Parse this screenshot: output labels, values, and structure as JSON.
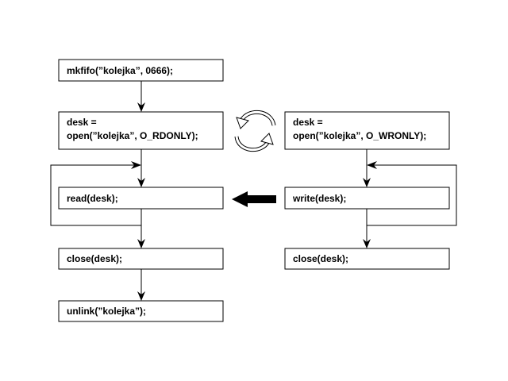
{
  "reader": {
    "mkfifo": "mkfifo(”kolejka”, 0666);",
    "open_line1": "desk =",
    "open_line2": "open(”kolejka”, O_RDONLY);",
    "read": "read(desk);",
    "close": "close(desk);",
    "unlink": "unlink(”kolejka”);"
  },
  "writer": {
    "open_line1": "desk =",
    "open_line2": "open(”kolejka”, O_WRONLY);",
    "write": "write(desk);",
    "close": "close(desk);"
  },
  "icons": {
    "sync": "circular-arrows-icon",
    "data_flow": "thick-left-arrow-icon"
  },
  "colors": {
    "stroke": "#000000",
    "background": "#ffffff"
  }
}
